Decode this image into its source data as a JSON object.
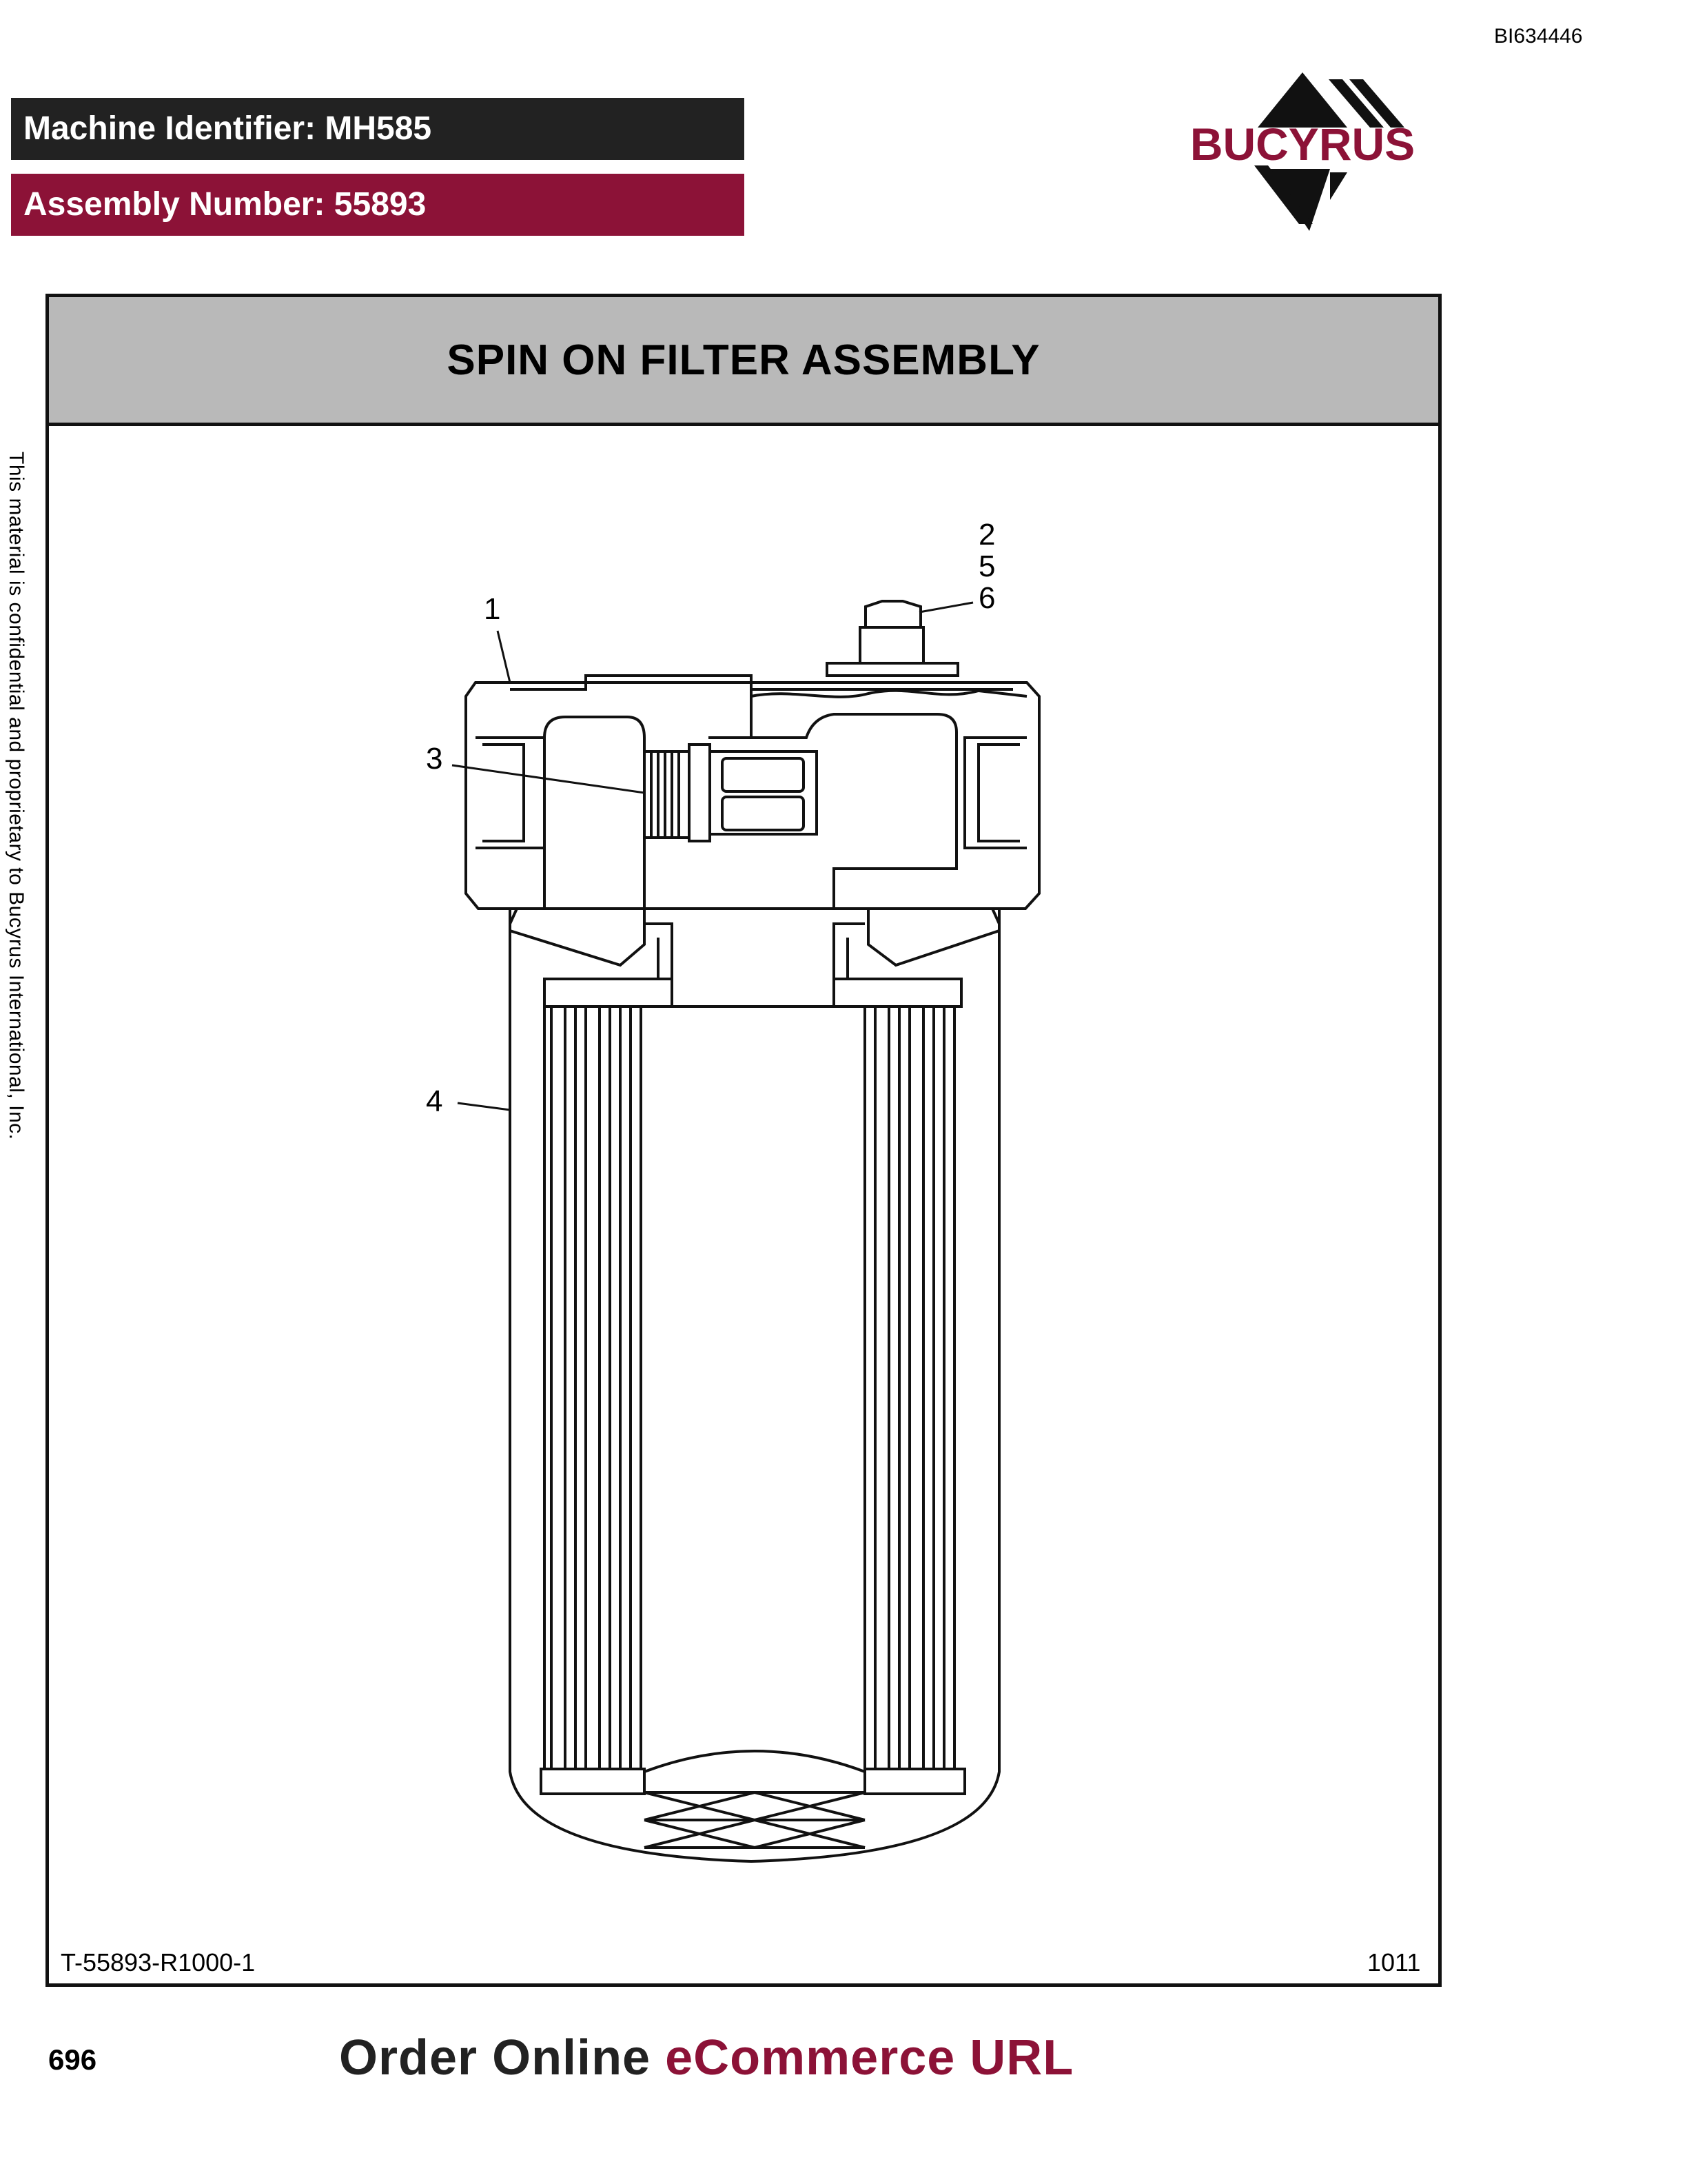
{
  "header": {
    "doc_id": "BI634446",
    "machine_identifier": "Machine Identifier: MH585",
    "assembly_number": "Assembly Number: 55893",
    "logo_text": "BUCYRUS"
  },
  "side_note": "This material is confidential and proprietary to Bucyrus International, Inc.",
  "figure": {
    "title": "SPIN ON FILTER ASSEMBLY",
    "callouts": [
      "1",
      "2",
      "5",
      "6",
      "3",
      "4"
    ],
    "drawing_code": "T-55893-R1000-1",
    "revision": "1011"
  },
  "footer": {
    "page_number": "696",
    "order_text_1": "Order Online ",
    "order_text_2": "eCommerce URL"
  },
  "colors": {
    "brand_red": "#8c1237",
    "header_dark": "#222222",
    "title_gray": "#b9b9b9"
  }
}
